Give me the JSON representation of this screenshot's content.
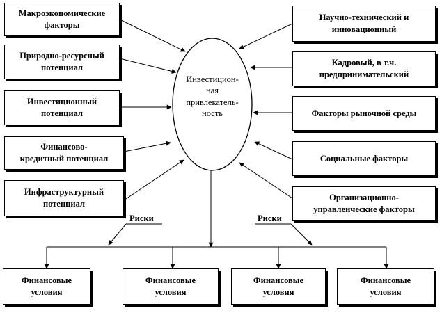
{
  "center": {
    "line1": "Инвестицион-",
    "line2": "ная",
    "line3": "привлекатель-",
    "line4": "ность"
  },
  "left": [
    {
      "line1": "Макроэкономические",
      "line2": "факторы"
    },
    {
      "line1": "Природно-ресурсный",
      "line2": "потенциал"
    },
    {
      "line1": "Инвестиционный",
      "line2": "потенциал"
    },
    {
      "line1": "Финансово-",
      "line2": "кредитный потенциал"
    },
    {
      "line1": "Инфраструктурный",
      "line2": "потенциал"
    }
  ],
  "right": [
    {
      "line1": "Научно-технический и",
      "line2": "инновационный"
    },
    {
      "line1": "Кадровый, в т.ч.",
      "line2": "предпринимательский"
    },
    {
      "line1": "Факторы рыночной среды",
      "line2": ""
    },
    {
      "line1": "Социальные факторы",
      "line2": ""
    },
    {
      "line1": "Организационно-",
      "line2": "управленческие факторы"
    }
  ],
  "risks": {
    "left": "Риски",
    "right": "Риски"
  },
  "bottom": [
    {
      "line1": "Финансовые",
      "line2": "условия"
    },
    {
      "line1": "Финансовые",
      "line2": "условия"
    },
    {
      "line1": "Финансовые",
      "line2": "условия"
    },
    {
      "line1": "Финансовые",
      "line2": "условия"
    }
  ]
}
